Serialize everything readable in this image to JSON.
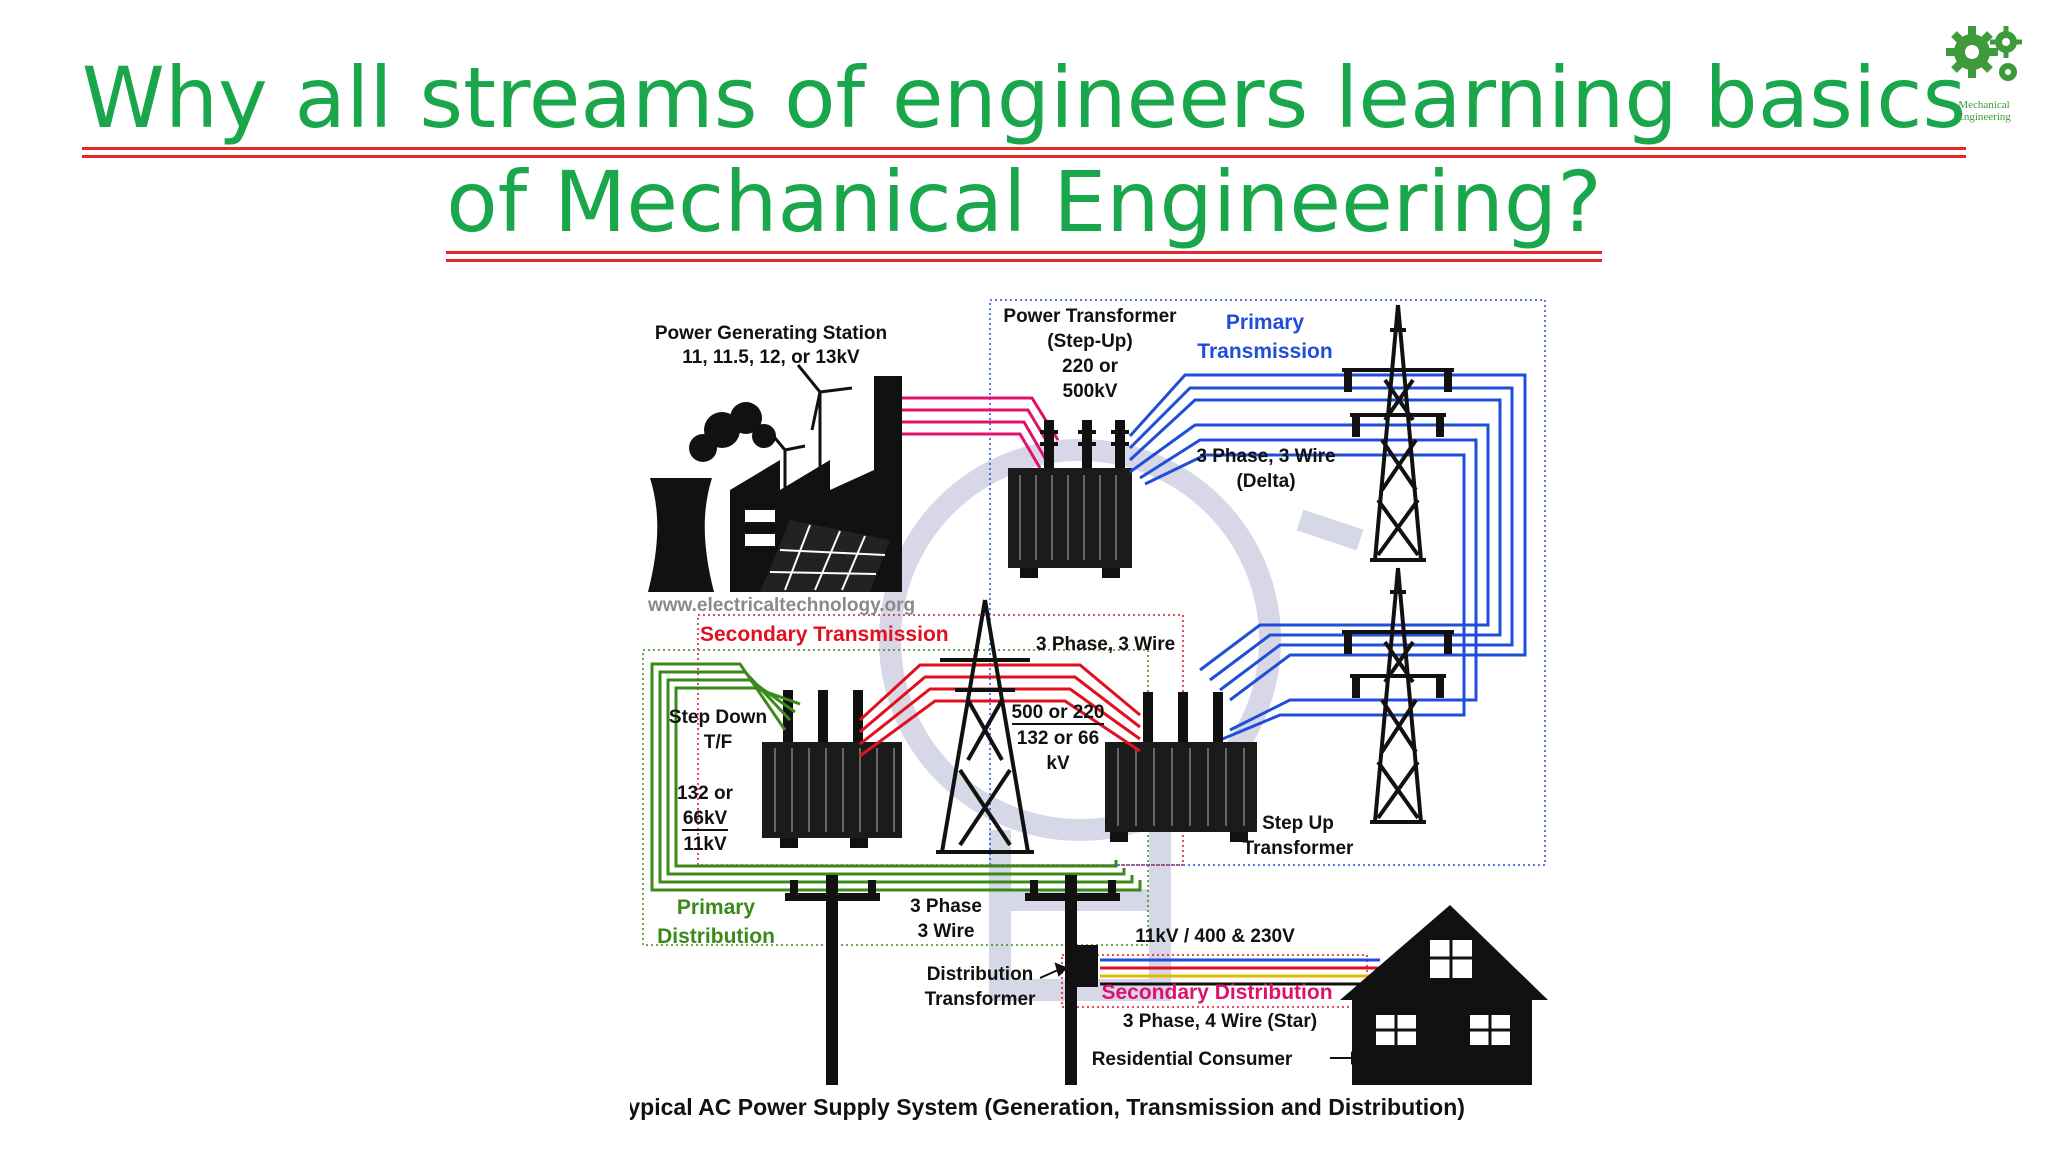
{
  "slide": {
    "title_line1": "Why all streams of engineers learning basics",
    "title_line2": "of Mechanical Engineering?",
    "logo_text_line1": "Mechanical",
    "logo_text_line2": "Engineering"
  },
  "diagram": {
    "generating_station": {
      "title": "Power Generating Station",
      "voltage": "11, 11.5, 12, or 13kV"
    },
    "power_transformer": {
      "line1": "Power Transformer",
      "line2": "(Step-Up)",
      "line3": "220 or",
      "line4": "500kV"
    },
    "primary_transmission": {
      "line1": "Primary",
      "line2": "Transmission"
    },
    "three_phase_delta": {
      "line1": "3 Phase, 3 Wire",
      "line2": "(Delta)"
    },
    "watermark": "www.electricaltechnology.org",
    "secondary_transmission": "Secondary Transmission",
    "three_phase_3wire_mid": "3 Phase, 3 Wire",
    "step_down_tf": {
      "line1": "Step Down",
      "line2": "T/F"
    },
    "tf_ratio": {
      "line1": "132 or",
      "line2": "66kV",
      "line3": "11kV"
    },
    "voltage_mid": {
      "line1": "500 or 220",
      "line2": "132 or 66",
      "line3": "kV"
    },
    "step_up_transformer": {
      "line1": "Step Up",
      "line2": "Transformer"
    },
    "primary_distribution": {
      "line1": "Primary",
      "line2": "Distribution"
    },
    "three_phase_pole": {
      "line1": "3 Phase",
      "line2": "3 Wire"
    },
    "dist_voltage": "11kV / 400 & 230V",
    "distribution_transformer": {
      "line1": "Distribution",
      "line2": "Transformer"
    },
    "secondary_distribution": "Secondary Distribution",
    "three_phase_star": "3 Phase, 4 Wire (Star)",
    "residential_consumer": "Residential Consumer",
    "caption": "Typical AC Power Supply System (Generation, Transmission and Distribution)",
    "colors": {
      "primary_transmission": "#1f4ed8",
      "secondary_transmission": "#e0101e",
      "generator_lines": "#e0106d",
      "primary_distribution": "#3a8a1b",
      "title": "#1aa64b",
      "underline": "#e32b2b"
    }
  }
}
